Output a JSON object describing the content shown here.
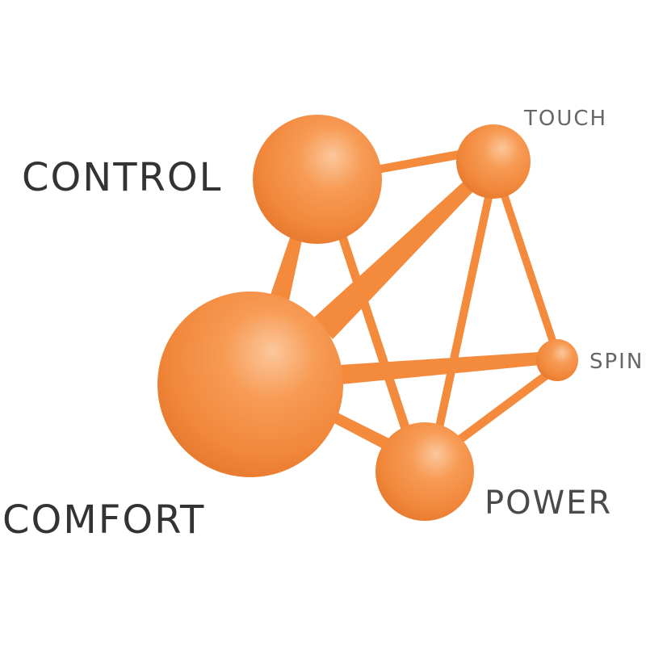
{
  "diagram": {
    "nodes": {
      "control": {
        "label": "CONTROL"
      },
      "touch": {
        "label": "TOUCH"
      },
      "spin": {
        "label": "SPIN"
      },
      "power": {
        "label": "POWER"
      },
      "comfort": {
        "label": "COMFORT"
      }
    },
    "connections": [
      [
        "control",
        "touch"
      ],
      [
        "control",
        "comfort"
      ],
      [
        "control",
        "power"
      ],
      [
        "touch",
        "comfort"
      ],
      [
        "touch",
        "spin"
      ],
      [
        "touch",
        "power"
      ],
      [
        "comfort",
        "spin"
      ],
      [
        "comfort",
        "power"
      ],
      [
        "spin",
        "power"
      ]
    ],
    "colors": {
      "sphere_light": "#fbb27a",
      "sphere_mid": "#f48a3c",
      "sphere_dark": "#e0711f",
      "connector": "#f3873a",
      "label_dark": "#333333",
      "label_grey": "#666666"
    }
  }
}
